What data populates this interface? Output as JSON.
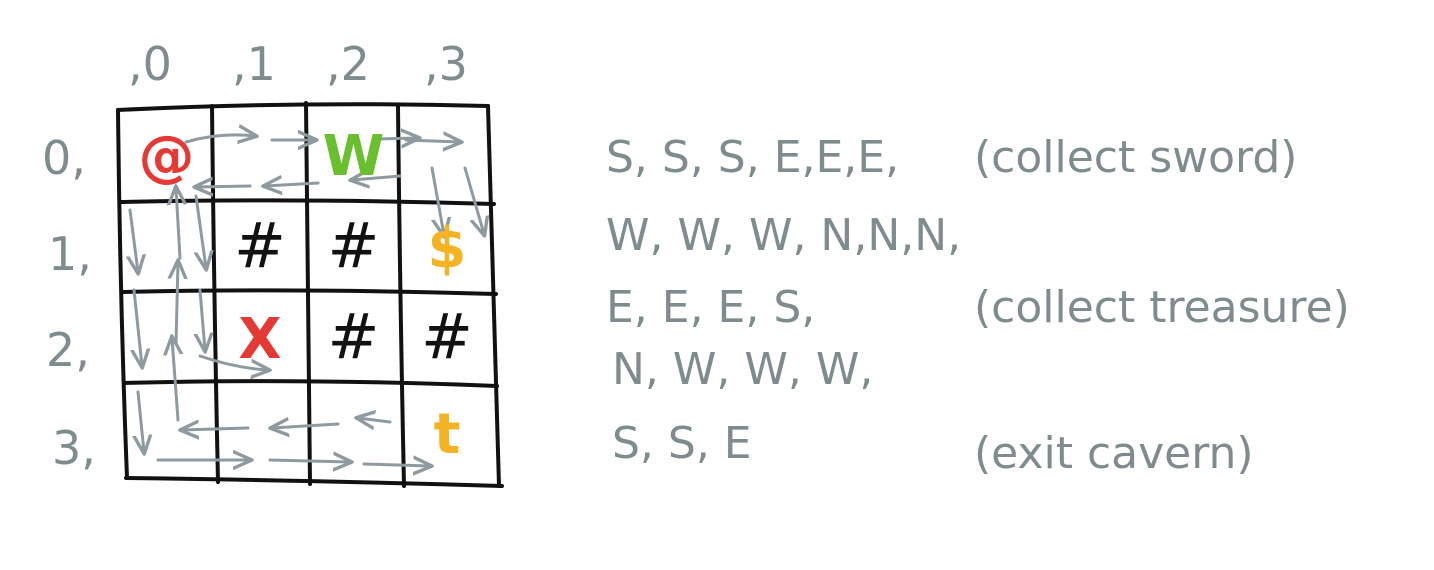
{
  "grid": {
    "size": 4,
    "column_labels": [
      ",0",
      ",1",
      ",2",
      ",3"
    ],
    "row_labels": [
      "0,",
      "1,",
      "2,",
      "3,"
    ],
    "cells": [
      {
        "row": 0,
        "col": 0,
        "symbol": "@",
        "color": "#e53935"
      },
      {
        "row": 0,
        "col": 2,
        "symbol": "W",
        "color": "#6abf2e"
      },
      {
        "row": 1,
        "col": 1,
        "symbol": "#",
        "color": "#111111"
      },
      {
        "row": 1,
        "col": 2,
        "symbol": "#",
        "color": "#111111"
      },
      {
        "row": 1,
        "col": 3,
        "symbol": "$",
        "color": "#f5b324"
      },
      {
        "row": 2,
        "col": 1,
        "symbol": "X",
        "color": "#e53935"
      },
      {
        "row": 2,
        "col": 2,
        "symbol": "#",
        "color": "#111111"
      },
      {
        "row": 2,
        "col": 3,
        "symbol": "#",
        "color": "#111111"
      },
      {
        "row": 3,
        "col": 3,
        "symbol": "t",
        "color": "#f5b324"
      }
    ]
  },
  "moves": [
    {
      "line": "S, S, S, E,E,E,",
      "note": "(collect sword)"
    },
    {
      "line": "W, W, W, N,N,N,",
      "note": ""
    },
    {
      "line": "E, E, E, S,",
      "note": "(collect treasure)"
    },
    {
      "line": "N, W, W, W,",
      "note": ""
    },
    {
      "line": "S, S, E",
      "note": "(exit cavern)"
    }
  ],
  "colors": {
    "grid_line": "#111111",
    "path_arrow": "#8e9aa0",
    "handwriting": "#7f8c8d"
  }
}
